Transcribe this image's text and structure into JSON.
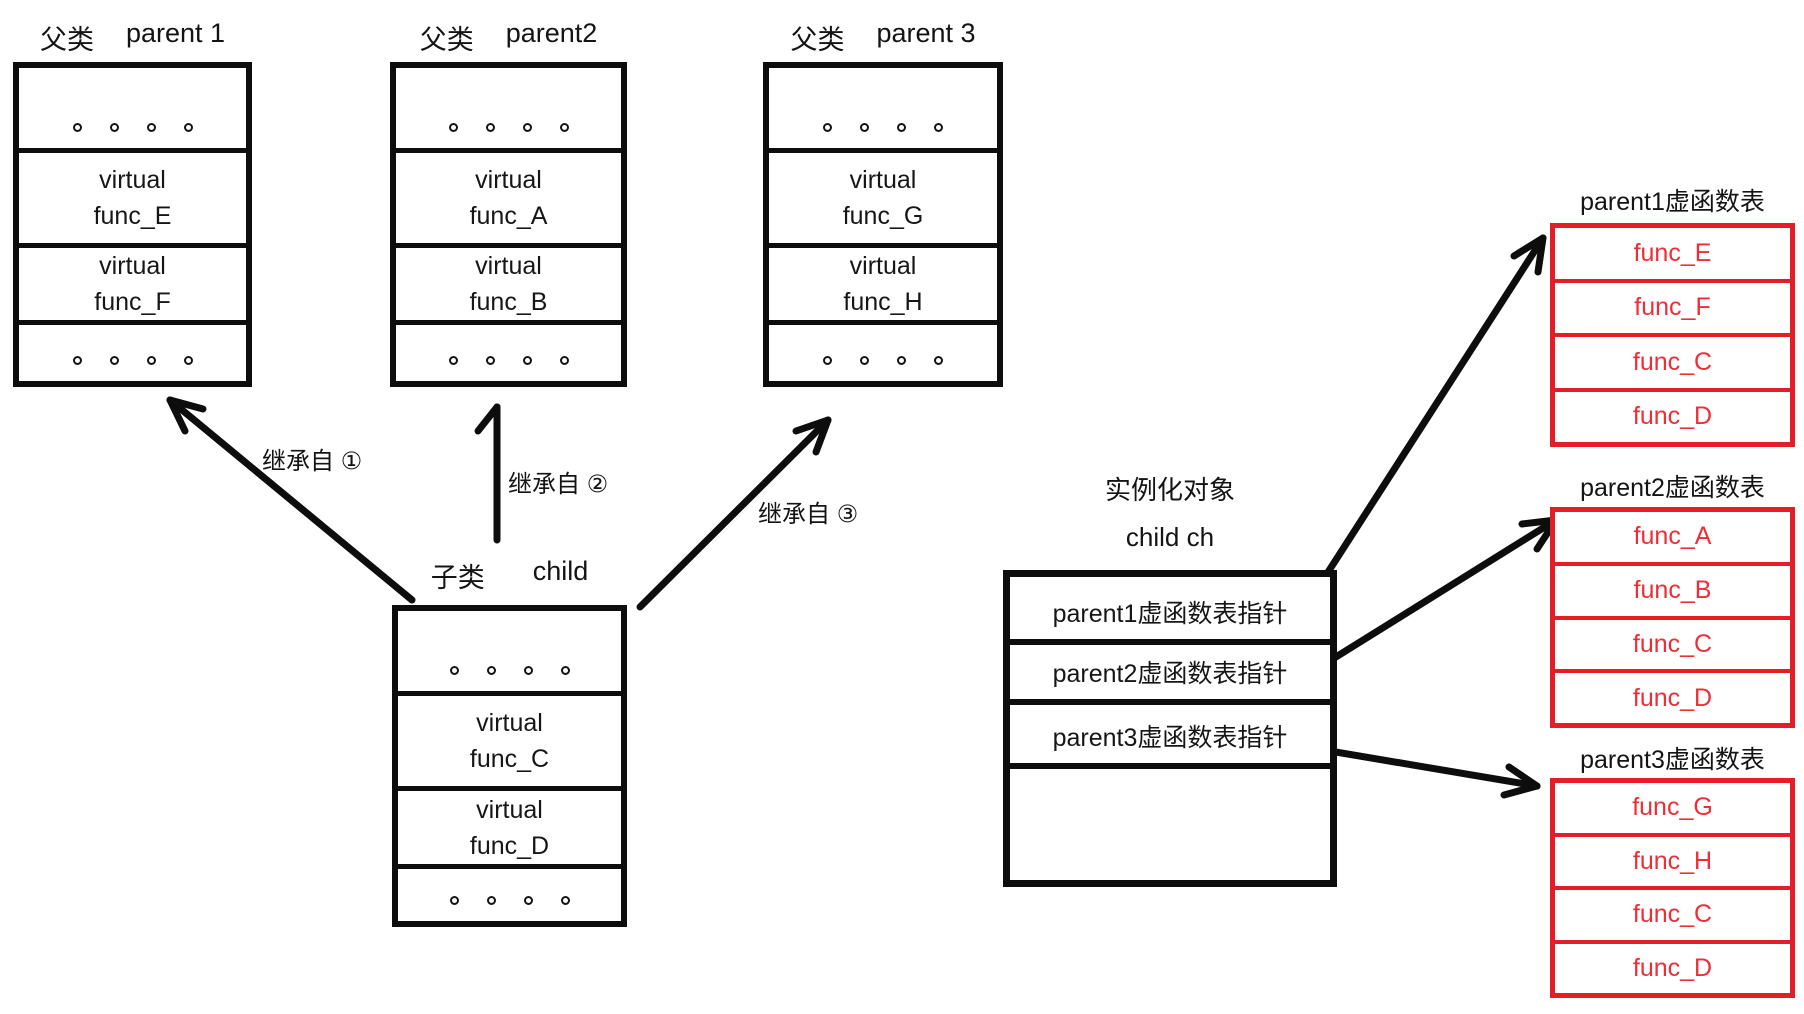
{
  "parents": [
    {
      "title_cn": "父类",
      "title_en": "parent 1",
      "slots": [
        {
          "line1": "virtual",
          "line2": "func_E"
        },
        {
          "line1": "virtual",
          "line2": "func_F"
        }
      ]
    },
    {
      "title_cn": "父类",
      "title_en": "parent2",
      "slots": [
        {
          "line1": "virtual",
          "line2": "func_A"
        },
        {
          "line1": "virtual",
          "line2": "func_B"
        }
      ]
    },
    {
      "title_cn": "父类",
      "title_en": "parent 3",
      "slots": [
        {
          "line1": "virtual",
          "line2": "func_G"
        },
        {
          "line1": "virtual",
          "line2": "func_H"
        }
      ]
    }
  ],
  "child": {
    "title_cn": "子类",
    "title_en": "child",
    "slots": [
      {
        "line1": "virtual",
        "line2": "func_C"
      },
      {
        "line1": "virtual",
        "line2": "func_D"
      }
    ]
  },
  "inherit_labels": {
    "l1": "继承自 ①",
    "l2": "继承自 ②",
    "l3": "继承自 ③"
  },
  "object": {
    "caption_line1": "实例化对象",
    "caption_line2": "child ch",
    "rows": [
      "parent1虚函数表指针",
      "parent2虚函数表指针",
      "parent3虚函数表指针"
    ]
  },
  "vtables": [
    {
      "title": "parent1虚函数表",
      "rows": [
        "func_E",
        "func_F",
        "func_C",
        "func_D"
      ]
    },
    {
      "title": "parent2虚函数表",
      "rows": [
        "func_A",
        "func_B",
        "func_C",
        "func_D"
      ]
    },
    {
      "title": "parent3虚函数表",
      "rows": [
        "func_G",
        "func_H",
        "func_C",
        "func_D"
      ]
    }
  ],
  "colors": {
    "ink": "#111111",
    "red_border": "#e31e26",
    "red_text": "#ee2d36",
    "background": "#ffffff"
  }
}
